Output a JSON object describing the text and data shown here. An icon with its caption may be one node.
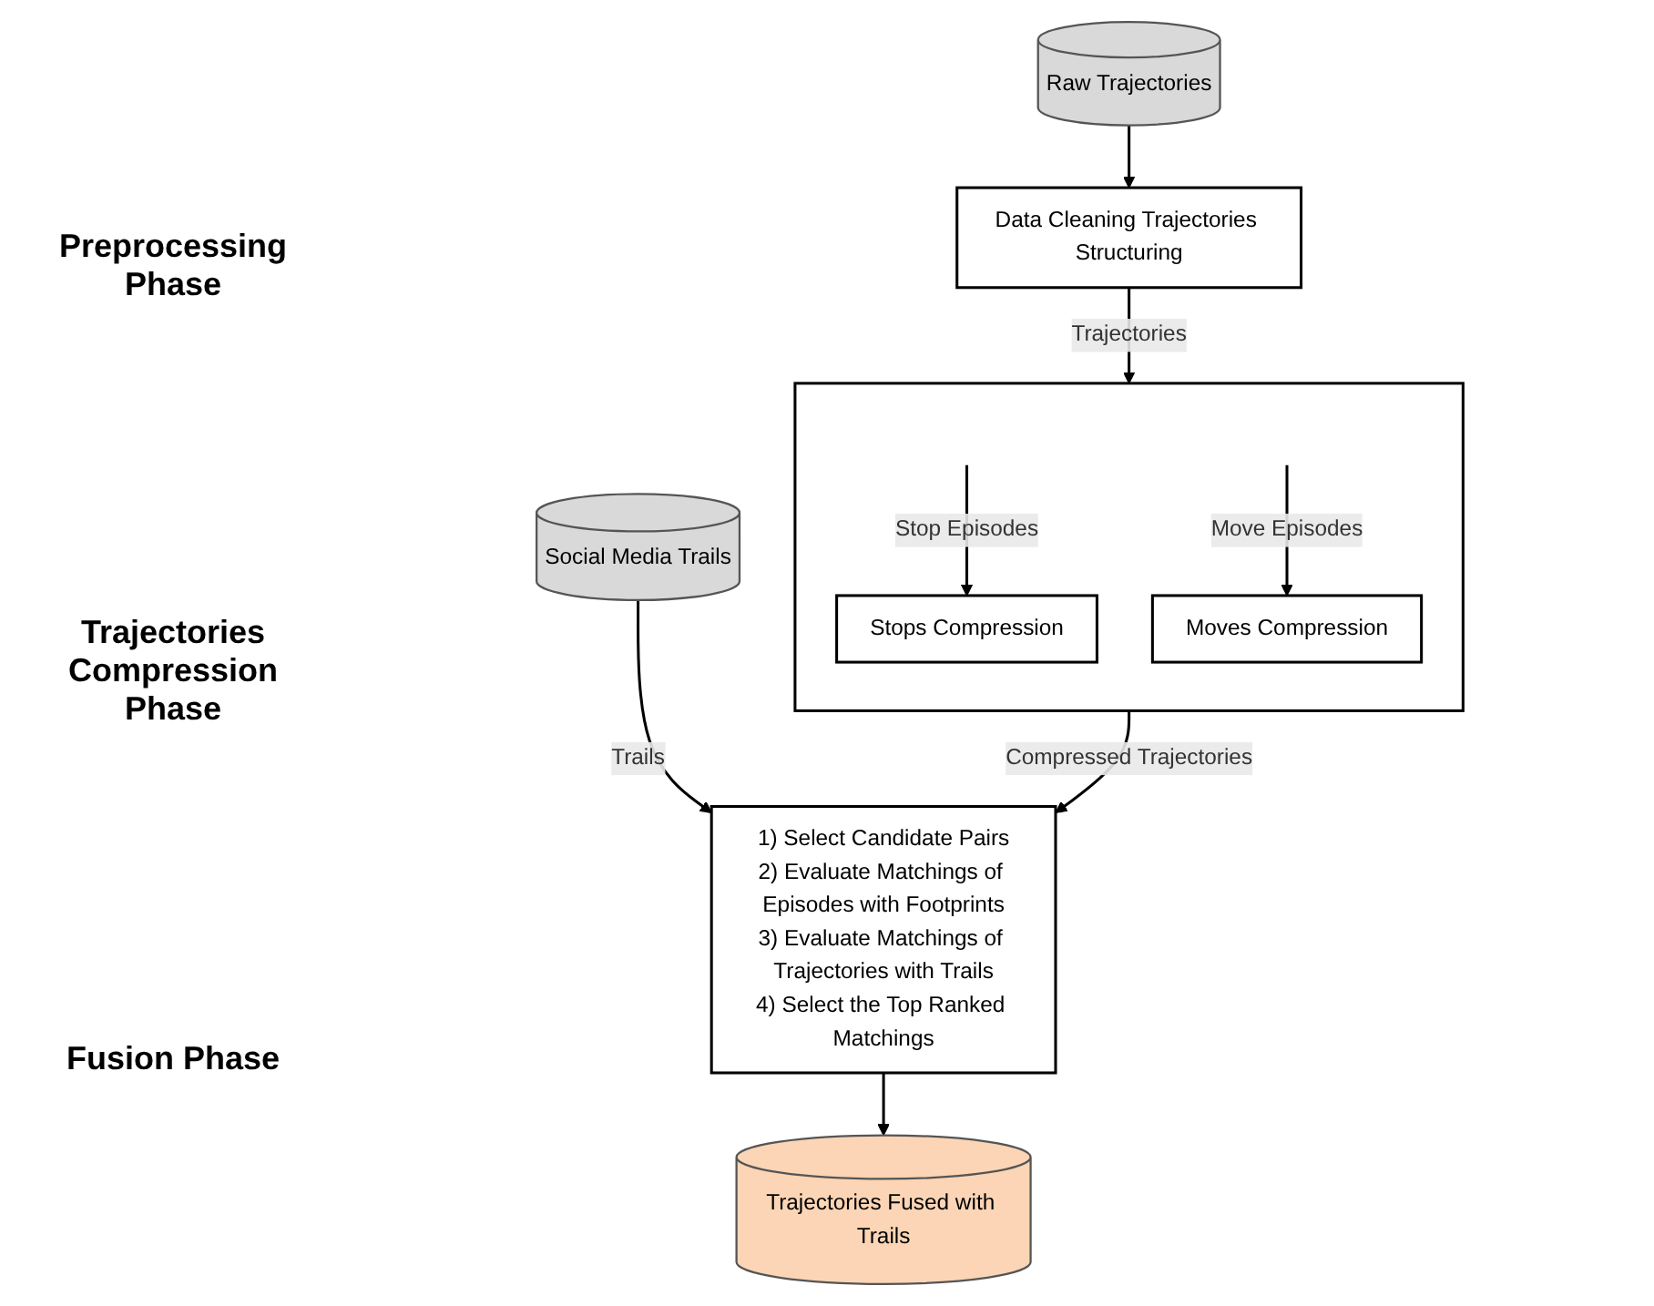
{
  "diagram": {
    "nodes": [
      {
        "text": [
          "Raw Trajectories"
        ]
      },
      {
        "text": [
          "Data Cleaning Trajectories Structuring"
        ]
      },
      {
        "text": [],
        "shape": "box"
      },
      {
        "text": [
          "Stops Compression"
        ],
        "in": 2
      },
      {
        "text": [
          "Moves Compression"
        ],
        "in": 2
      },
      {
        "text": [
          "1) Select Candidate Pairs",
          "2) Evaluate Matchings of Episodes with Footprints",
          "3) Evaluate Matchings of Trajectories with Trails",
          "4) Select the Top Ranked Matchings"
        ]
      },
      {
        "text": [
          "Social Media Trails"
        ]
      },
      {
        "text": [
          "Trajectories Fused with Trails"
        ]
      }
    ],
    "edges": [
      {
        "from": 0,
        "to": 1,
        "arrow": "to"
      },
      {
        "from": 1,
        "to": 2,
        "arrow": "to",
        "label": "Trajectories"
      },
      {
        "from": null,
        "to": 3,
        "arrow": "to",
        "label": "Stop Episodes"
      },
      {
        "from": null,
        "to": 4,
        "arrow": "to",
        "label": "Move Episodes"
      },
      {
        "from": 2,
        "to": 5,
        "arrow": "to",
        "label": "Compressed Trajectories"
      },
      {
        "from": 6,
        "to": 5,
        "arrow": "to",
        "label": "Trails"
      },
      {
        "from": 5,
        "to": 7,
        "arrow": "to"
      }
    ],
    "labels": [
      "Preprocessing Phase",
      "Trajectories Compression Phase",
      "Fusion Phase"
    ]
  }
}
